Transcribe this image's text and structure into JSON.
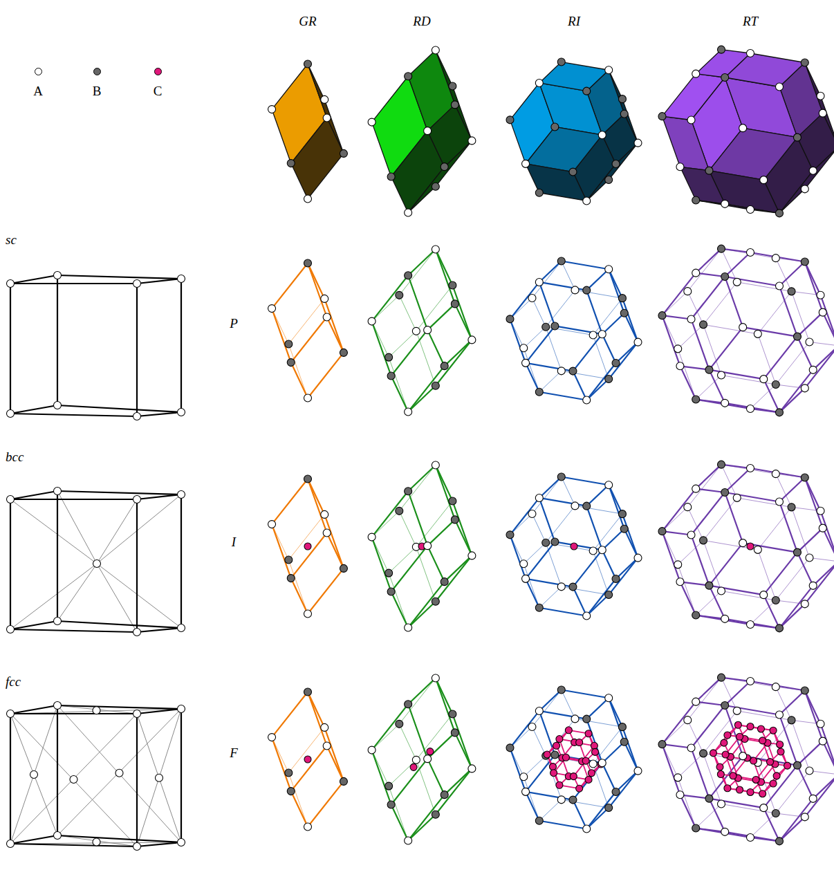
{
  "diagram": {
    "labels": [
      "GR",
      "RD",
      "RI",
      "RT",
      "sc",
      "bcc",
      "fcc",
      "P",
      "I",
      "F"
    ],
    "legend": [
      {
        "text": "A",
        "color": "#ffffff"
      },
      {
        "text": "B",
        "color": "#666666"
      },
      {
        "text": "C",
        "color": "#e0177a"
      }
    ]
  }
}
